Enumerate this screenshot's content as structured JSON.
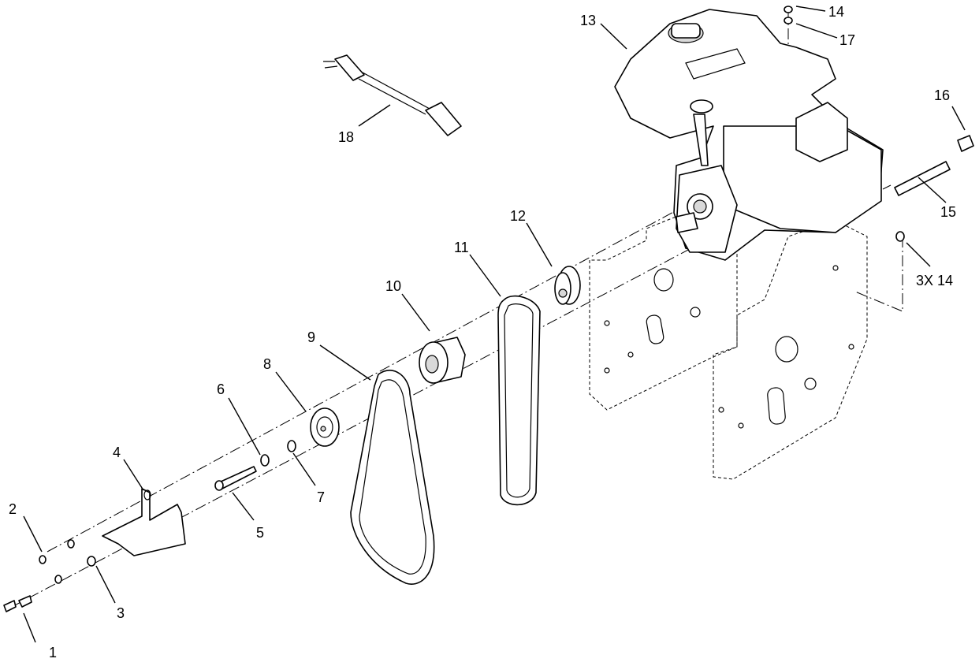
{
  "callouts": {
    "c1": "1",
    "c2": "2",
    "c3": "3",
    "c4": "4",
    "c5": "5",
    "c6": "6",
    "c7": "7",
    "c8": "8",
    "c9": "9",
    "c10": "10",
    "c11": "11",
    "c12": "12",
    "c13": "13",
    "c14": "14",
    "c15": "15",
    "c16": "16",
    "c17": "17",
    "c18": "18",
    "c3x14": "3X 14"
  }
}
